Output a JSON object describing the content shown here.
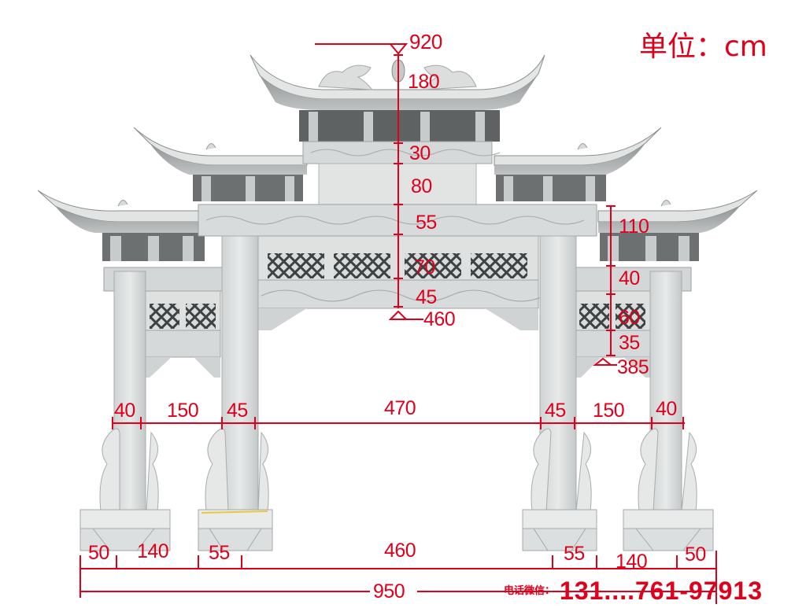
{
  "unit_label": "单位：cm",
  "colors": {
    "dimension_red": "#e0001b",
    "stone_light": "#e4e6e6",
    "stone_mid": "#c9cccc",
    "stone_dark": "#7e8282",
    "background": "#ffffff"
  },
  "subject": "Stone memorial archway (paifang) with three roof tiers, four columns",
  "vertical_dimensions": {
    "center": {
      "top_total": "920",
      "segments": [
        "180",
        "30",
        "80",
        "55",
        "70",
        "45"
      ],
      "clear_height": "460"
    },
    "side": {
      "segments": [
        "110",
        "40",
        "60",
        "35"
      ],
      "clear_height": "385"
    }
  },
  "horizontal_dimensions": {
    "upper": [
      "40",
      "150",
      "45",
      "470",
      "45",
      "150",
      "40"
    ],
    "lower": [
      "50",
      "140",
      "55",
      "460",
      "55",
      "140",
      "50"
    ],
    "total_width": "950"
  },
  "contact": {
    "prefix": "电话微信：",
    "number": "131....761-97913"
  }
}
